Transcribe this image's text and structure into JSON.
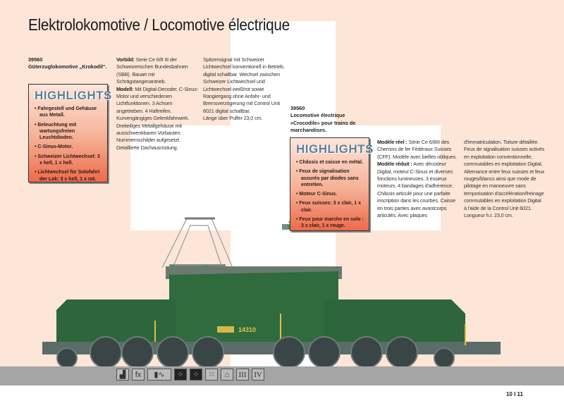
{
  "title": "Elektrolokomotive / Locomotive électrique",
  "de": {
    "article_no": "39560",
    "name": "Güterzuglokomotive „Krokodil“.",
    "highlights_title": "HIGHLIGHTS",
    "highlights": [
      "Fahrgestell und Gehäuse aus Metall.",
      "Beleuchtung mit wartungsfreien Leuchtdioden.",
      "C-Sinus-Motor.",
      "Schweizer Lichtwechsel: 3 x hell, 1 x hell.",
      "Lichtwechsel für Solofahrt der Lok: 3 x hell, 1 x rot."
    ],
    "vorbild_label": "Vorbild:",
    "vorbild_text": " Serie Ce 6/8 III der Schweizerischen Bundesbahnen (SBB). Bauart mit Schrägstangenantrieb.",
    "modell_label": "Modell:",
    "modell_text": " Mit Digital-Decoder, C-Sinus-Motor und verschiedenen Lichtfunktionen. 3 Achsen angetrieben. 4 Haftreifen. Kurvengängiges Gelenkfahrwerk. Dreiteiliges Metallgehäuse mit ausschwenkbaren Vorbauten. Nummernschilder aufgesetzt. Detaillierte Dachausrüstung.",
    "col3": "Spitzensignal mit Schweizer Lichtwechsel konventionell in Betrieb, digital schaltbar. Wechsel zwischen Schweizer Lichtwechsel und Lichtwechsel weiß/rot sowie Rangiergang ohne Anfahr- und Bremsverzögerung mit Control Unit 6021 digital schaltbar.",
    "length": "Länge über Puffer 23,0 cm."
  },
  "fr": {
    "article_no": "39560",
    "name": "Locomotive électrique «Crocodile» pour trains de marchandises.",
    "highlights_title": "HIGHLIGHTS",
    "highlights": [
      "Châssis et caisse en métal.",
      "Feux de signalisation assurés par diodes sans entretien.",
      "Moteur C-Sinus.",
      "Feux suisses: 3 x clair, 1 x clair.",
      "Feux pour marche en solo : 3 x clair, 1 x rouge."
    ],
    "reel_label": "Modèle réel :",
    "reel_text": " Série Ce 6/8III des Chemins de fer Fédéraux Suisses (CFF). Modèle avec bielles obliques.",
    "reduit_label": "Modèle réduit :",
    "reduit_text": " Avec décodeur Digital, moteur C-Sinus et diverses fonctions lumineuses. 3 essieux moteurs. 4 bandages d'adhérence. Châssis articulé pour une parfaite inscription dans les courbes. Caisse en trois parties avec avantcorps articulés. Avec plaques d'immatriculation. Toiture détaillée. Feux de signalisation suisses activés en exploitation conventionnelle, commutables en exploitation Digital. Alternance entre feux suisses et feux rouges/blancs ainsi que mode de pilotage en manoeuvre sans temporisation d'accélération/freinage commutables en exploitation Digital à l'aide de la Control Unit 6021.",
    "length": "Longueur h.t. 23,0 cm."
  },
  "loco_number": "14310",
  "icons": [
    {
      "name": "steam-locomotive-icon",
      "glyph": "▟"
    },
    {
      "name": "fx-icon",
      "glyph": "fx"
    },
    {
      "name": "sinus-motor-icon",
      "glyph": "▮∿"
    },
    {
      "name": "lights-icon-1",
      "glyph": "⁘"
    },
    {
      "name": "lights-icon-2",
      "glyph": "⁘"
    },
    {
      "name": "lights-icon-3",
      "glyph": "⁙"
    },
    {
      "name": "control-unit-icon",
      "glyph": "⌂"
    },
    {
      "name": "epoch-iii-icon",
      "glyph": "III"
    },
    {
      "name": "epoch-iv-icon",
      "glyph": "IV"
    }
  ],
  "pages": "10 I 11",
  "colors": {
    "background": "#fde6d8",
    "highlight_title": "#5d7d94",
    "loco_green": "#2f6b3c",
    "band": "#a5a5a5"
  }
}
